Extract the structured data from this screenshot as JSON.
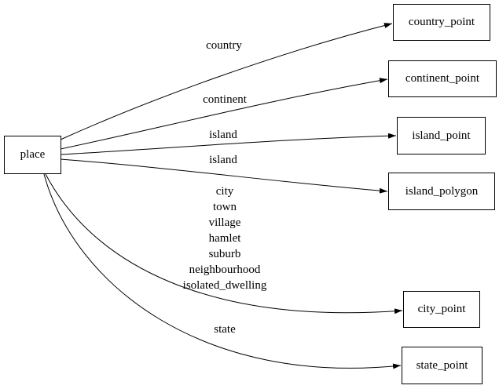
{
  "diagram": {
    "type": "directed-graph",
    "background_color": "#ffffff",
    "line_color": "#000000",
    "nodes": [
      {
        "id": "place",
        "label": "place"
      },
      {
        "id": "country_point",
        "label": "country_point"
      },
      {
        "id": "continent_point",
        "label": "continent_point"
      },
      {
        "id": "island_point",
        "label": "island_point"
      },
      {
        "id": "island_polygon",
        "label": "island_polygon"
      },
      {
        "id": "city_point",
        "label": "city_point"
      },
      {
        "id": "state_point",
        "label": "state_point"
      }
    ],
    "edges": [
      {
        "from": "place",
        "to": "country_point",
        "label": "country"
      },
      {
        "from": "place",
        "to": "continent_point",
        "label": "continent"
      },
      {
        "from": "place",
        "to": "island_point",
        "label": "island"
      },
      {
        "from": "place",
        "to": "island_polygon",
        "label": "island"
      },
      {
        "from": "place",
        "to": "city_point",
        "label": "city\ntown\nvillage\nhamlet\nsuburb\nneighbourhood\nisolated_dwelling"
      },
      {
        "from": "place",
        "to": "state_point",
        "label": "state"
      }
    ]
  }
}
